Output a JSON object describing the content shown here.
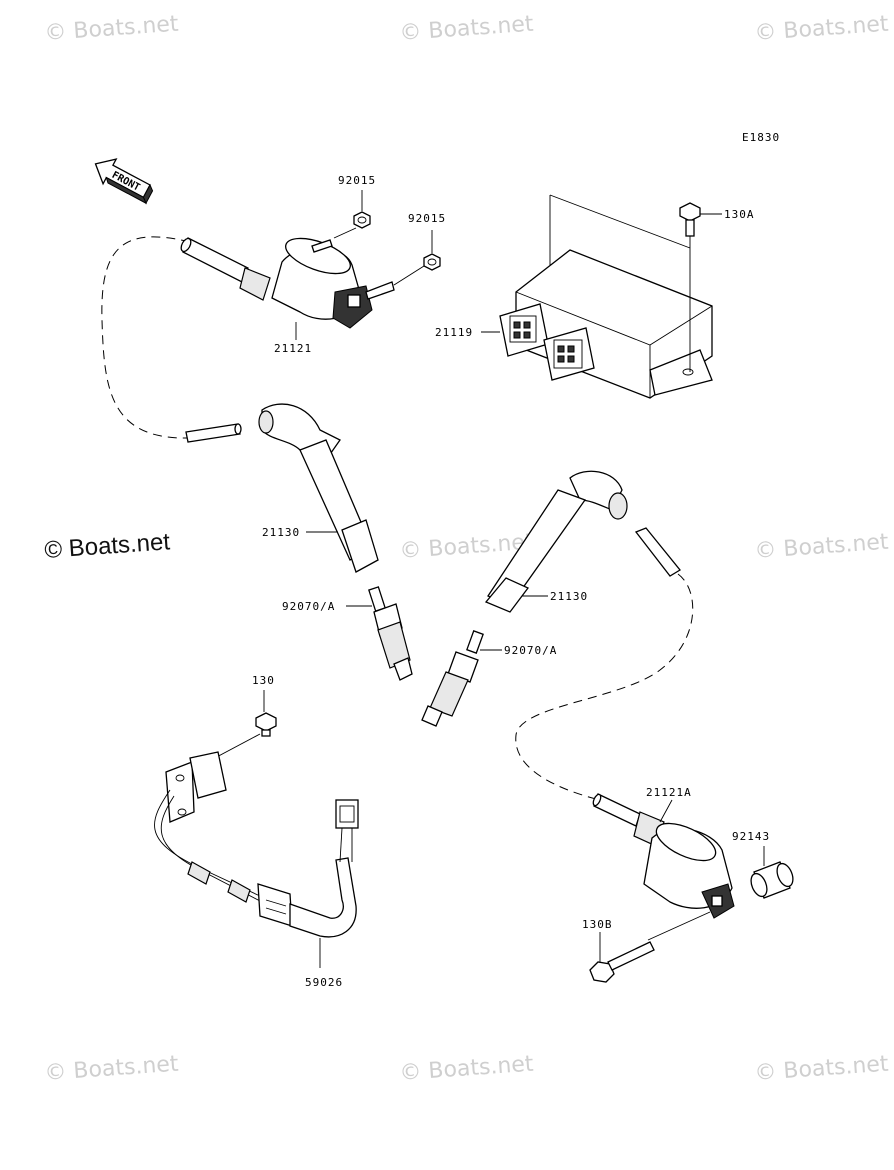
{
  "diagram_code": "E1830",
  "front_label": "FRONT",
  "watermarks": {
    "main": "© Boats.net",
    "faint": "© Boats.net"
  },
  "parts": {
    "nut_1": "92015",
    "nut_2": "92015",
    "bolt_130A": "130A",
    "ignition_coil_1": "21121",
    "igniter": "21119",
    "cap_1": "21130",
    "cap_2": "21130",
    "plug_1": "92070/A",
    "plug_2": "92070/A",
    "bolt_130": "130",
    "ignition_coil_2": "21121A",
    "collar": "92143",
    "bolt_130B": "130B",
    "harness": "59026"
  }
}
